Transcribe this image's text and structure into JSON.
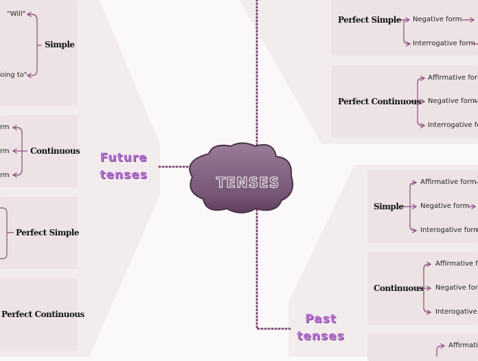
{
  "center": {
    "label": "TENSES"
  },
  "future": {
    "title_line1": "Future",
    "title_line2": "tenses",
    "simple": {
      "label": "Simple",
      "items": [
        "\"Will\"",
        "oing to\""
      ]
    },
    "continuous": {
      "label": "Continuous",
      "items": [
        "rm",
        "rm",
        "rm"
      ]
    },
    "perfect_simple": {
      "label": "Perfect Simple"
    },
    "perfect_continuous": {
      "label": "Perfect Continuous"
    }
  },
  "present": {
    "perfect_simple": {
      "label": "Perfect Simple",
      "items": [
        "Negative form",
        "Interrogative form"
      ]
    },
    "perfect_continuous": {
      "label": "Perfect Continuous",
      "items": [
        "Affirmative form",
        "Negative form",
        "Interrogative form"
      ]
    }
  },
  "past": {
    "title_line1": "Past",
    "title_line2": "tenses",
    "simple": {
      "label": "Simple",
      "items": [
        "Affirmative form",
        "Negative form",
        "Interogative form"
      ]
    },
    "continuous": {
      "label": "Continuous",
      "items": [
        "Affirmative form",
        "Negative form",
        "Interogative form"
      ]
    },
    "perfect": {
      "items": [
        "Affirmati"
      ]
    }
  },
  "colors": {
    "accent": "#b36fd0",
    "connector": "#8a4a80",
    "cloud": "#7d5d7c",
    "zone": "#f3eced",
    "box": "#ede3e4"
  }
}
